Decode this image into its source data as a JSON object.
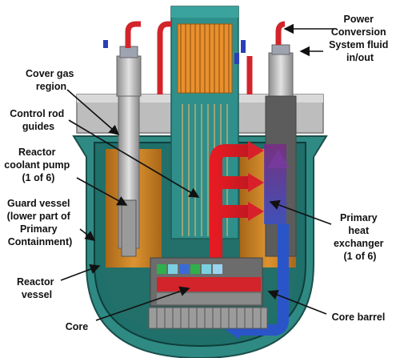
{
  "labels": {
    "power_conversion": [
      "Power",
      "Conversion",
      "System fluid",
      "in/out"
    ],
    "cover_gas": [
      "Cover gas",
      "region"
    ],
    "control_rod": [
      "Control rod",
      "guides"
    ],
    "reactor_coolant_pump": [
      "Reactor",
      "coolant pump",
      "(1 of 6)"
    ],
    "guard_vessel": [
      "Guard vessel",
      "(lower part of",
      "Primary",
      "Containment)"
    ],
    "reactor_vessel": [
      "Reactor",
      "vessel"
    ],
    "core": "Core",
    "primary_heat_exchanger": [
      "Primary",
      "heat",
      "exchanger",
      "(1 of 6)"
    ],
    "core_barrel": "Core barrel"
  },
  "colors": {
    "vessel_fill": "#1f6f6a",
    "guard_fill": "#2f8a84",
    "hot_flow": "#e8202a",
    "cold_flow": "#2a55c8",
    "orange_region": "#d97f1a",
    "steel_light": "#c9c9c9",
    "steel_dark": "#7c7c7c",
    "pipe_red": "#d2242a",
    "pipe_blue": "#2c3fb8"
  },
  "icons": [
    "arrow-pointer",
    "flow-arrow-hot",
    "flow-arrow-cold"
  ]
}
